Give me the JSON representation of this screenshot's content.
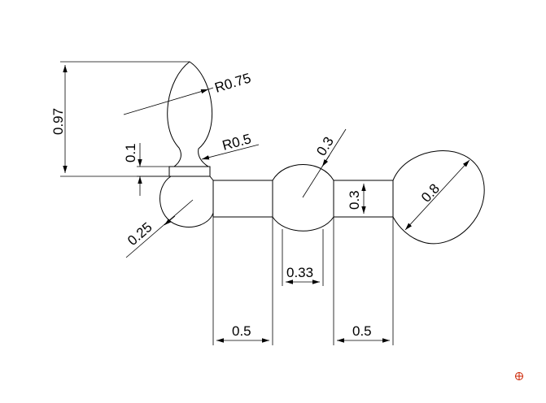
{
  "drawing": {
    "dimensions": {
      "height_total": "0.97",
      "radius_large": "R0.75",
      "radius_small": "R0.5",
      "neck_height": "0.1",
      "ball_left_dia": "0.25",
      "ball_mid_dia": "0.3",
      "ball_mid_width": "0.33",
      "shaft_height": "0.3",
      "ball_right_dia": "0.8",
      "shaft_left_length": "0.5",
      "shaft_right_length": "0.5"
    },
    "line_color": "#000000",
    "marker_color": "#cc2200"
  }
}
